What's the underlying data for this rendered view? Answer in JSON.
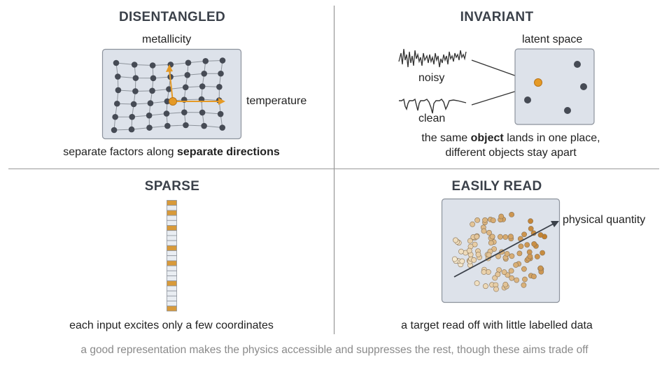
{
  "panels": {
    "disentangled": {
      "heading": "DISENTANGLED",
      "axis_y_label": "metallicity",
      "axis_x_label": "temperature",
      "caption_pre": "separate factors along ",
      "caption_bold": "separate directions"
    },
    "invariant": {
      "heading": "INVARIANT",
      "latent_label": "latent space",
      "noisy_label": "noisy",
      "clean_label": "clean",
      "caption_line1_pre": "the same ",
      "caption_line1_bold": "object",
      "caption_line1_post": " lands in one place,",
      "caption_line2": "different objects stay apart"
    },
    "sparse": {
      "heading": "SPARSE",
      "caption": "each input excites only a few coordinates",
      "vector_active": [
        1,
        0,
        1,
        0,
        0,
        1,
        0,
        0,
        0,
        1,
        0,
        0,
        1,
        0,
        0,
        0,
        1,
        0,
        0,
        0,
        0,
        1
      ]
    },
    "easily_read": {
      "heading": "EASILY READ",
      "arrow_label": "physical quantity",
      "caption": "a target read off with little labelled data"
    }
  },
  "footer": "a good representation makes the physics accessible and suppresses the rest, though these aims trade off",
  "colors": {
    "accent": "#e59a26",
    "node": "#464b55",
    "box_fill": "#dde2ea",
    "box_stroke": "#8c929c",
    "line": "#8d939b"
  }
}
